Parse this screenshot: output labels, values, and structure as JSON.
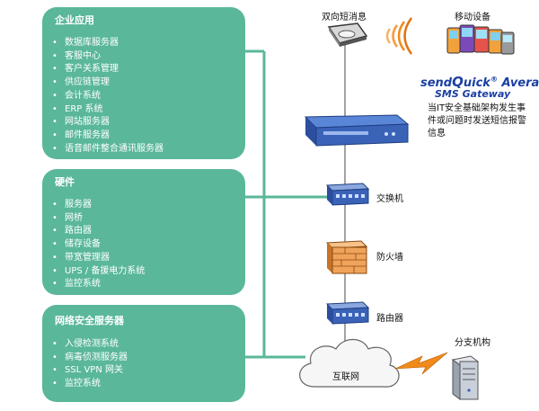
{
  "panels": {
    "enterprise": {
      "title": "企业应用",
      "items": [
        "数据库服务器",
        "客服中心",
        "客户关系管理",
        "供应链管理",
        "会计系统",
        "ERP 系统",
        "网站服务器",
        "邮件服务器",
        "语音邮件整合通讯服务器"
      ]
    },
    "hardware": {
      "title": "硬件",
      "items": [
        "服务器",
        "网桥",
        "路由器",
        "储存设备",
        "带宽管理器",
        "UPS / 备援电力系统",
        "监控系统"
      ]
    },
    "security": {
      "title": "网络安全服务器",
      "items": [
        "入侵检测系统",
        "病毒侦测服务器",
        "SSL VPN 网关",
        "监控系统"
      ]
    }
  },
  "labels": {
    "sms": "双向短消息",
    "mobile": "移动设备",
    "switch": "交换机",
    "firewall": "防火墙",
    "router": "路由器",
    "internet": "互联网",
    "branch": "分支机构"
  },
  "brand": {
    "line1_a": "send",
    "line1_q": "Q",
    "line1_b": "uick",
    "line1_reg": "®",
    "line1_c": " Avera",
    "line2": "SMS Gateway"
  },
  "description": [
    "当IT安全基础架构发生事",
    "件或问题时发送短信报警",
    "信息"
  ],
  "colors": {
    "panel": "#5ab79a",
    "line": "#5ab79a",
    "device_blue": "#3a63b8",
    "brand_blue": "#1b3fa3",
    "firewall_orange": "#f0a35a",
    "signal_orange": "#f08a1c"
  }
}
